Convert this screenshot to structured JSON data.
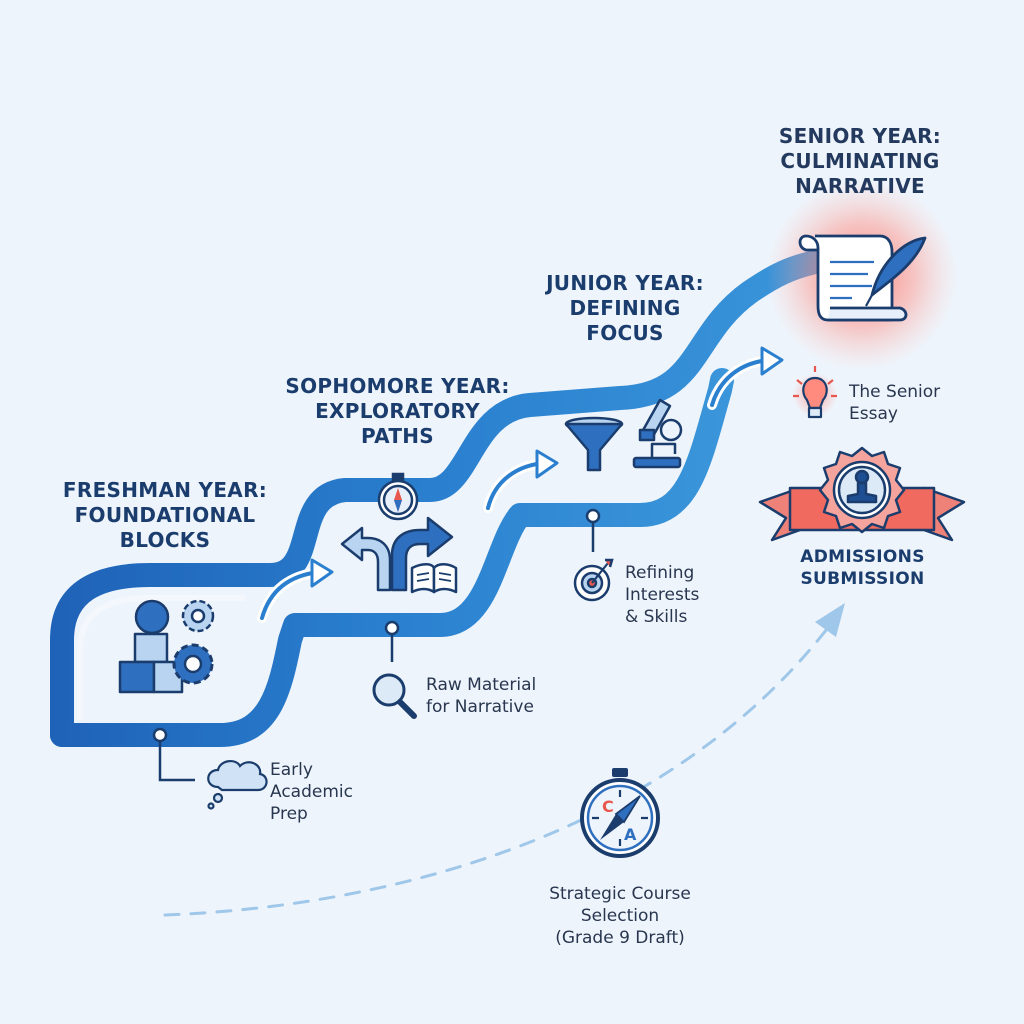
{
  "stages": [
    {
      "id": "freshman",
      "title_line1": "FRESHMAN YEAR:",
      "title_line2": "FOUNDATIONAL",
      "title_line3": "BLOCKS",
      "note_line1": "Early",
      "note_line2": "Academic",
      "note_line3": "Prep",
      "icons": [
        "building-blocks-icon",
        "gear-icon",
        "thought-cloud-icon"
      ]
    },
    {
      "id": "sophomore",
      "title_line1": "SOPHOMORE YEAR:",
      "title_line2": "EXPLORATORY",
      "title_line3": "PATHS",
      "note_line1": "Raw Material",
      "note_line2": "for Narrative",
      "icons": [
        "stopwatch-compass-icon",
        "diverging-arrows-icon",
        "open-book-icon",
        "magnifier-icon"
      ]
    },
    {
      "id": "junior",
      "title_line1": "JUNIOR YEAR:",
      "title_line2": "DEFINING",
      "title_line3": "FOCUS",
      "note_line1": "Refining",
      "note_line2": "Interests",
      "note_line3": "& Skills",
      "icons": [
        "funnel-icon",
        "microscope-icon",
        "target-icon"
      ]
    },
    {
      "id": "senior",
      "title_line1": "SENIOR YEAR:",
      "title_line2": "CULMINATING",
      "title_line3": "NARRATIVE",
      "note_line1": "The Senior",
      "note_line2": "Essay",
      "icons": [
        "scroll-quill-icon",
        "lightbulb-icon"
      ]
    }
  ],
  "badge": {
    "line1": "ADMISSIONS",
    "line2": "SUBMISSION",
    "icon": "stamp-ribbon-icon"
  },
  "compass": {
    "letter_c": "C",
    "letter_a": "A",
    "note_line1": "Strategic Course",
    "note_line2": "Selection",
    "note_line3": "(Grade 9 Draft)",
    "icon": "compass-icon"
  },
  "colors": {
    "path_dark": "#1f63b8",
    "path_light": "#5fb2e6",
    "accent_red": "#e8574e",
    "text_dark": "#1b3d6d",
    "icon_light": "#b8d4f1",
    "background": "#eef4fb"
  }
}
